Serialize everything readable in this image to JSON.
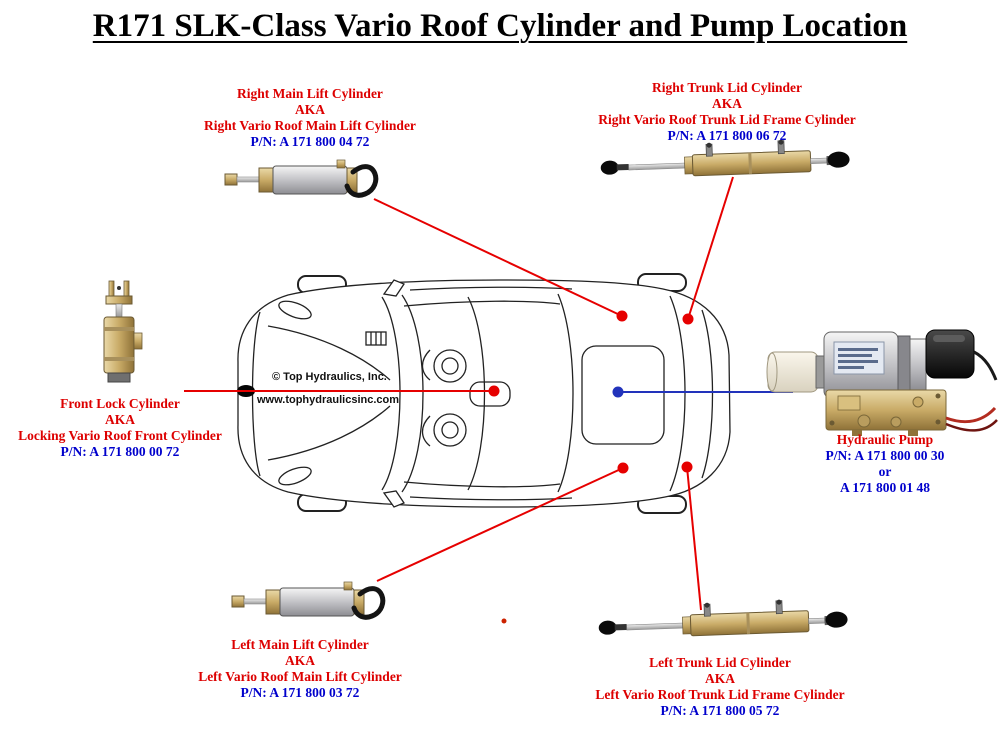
{
  "title": "R171 SLK-Class Vario Roof Cylinder and Pump Location",
  "watermark": {
    "company": "© Top Hydraulics, Inc.",
    "website": "www.tophydraulicsinc.com"
  },
  "labels": {
    "right_main": {
      "name": "Right Main Lift Cylinder",
      "aka": "AKA",
      "alt_name": "Right Vario Roof Main Lift Cylinder",
      "part_number": "P/N: A 171 800 04 72"
    },
    "right_trunk": {
      "name": "Right Trunk Lid Cylinder",
      "aka": "AKA",
      "alt_name": "Right Vario Roof Trunk Lid Frame Cylinder",
      "part_number": "P/N: A 171 800 06 72"
    },
    "front_lock": {
      "name": "Front Lock Cylinder",
      "aka": "AKA",
      "alt_name": "Locking Vario Roof Front Cylinder",
      "part_number": "P/N: A 171 800 00 72"
    },
    "hydraulic_pump": {
      "name": "Hydraulic Pump",
      "part_number_1": "P/N: A 171 800 00 30",
      "or": "or",
      "part_number_2": "A 171 800 01 48"
    },
    "left_main": {
      "name": "Left Main Lift Cylinder",
      "aka": "AKA",
      "alt_name": "Left Vario Roof Main Lift Cylinder",
      "part_number": "P/N: A 171 800 03 72"
    },
    "left_trunk": {
      "name": "Left Trunk Lid Cylinder",
      "aka": "AKA",
      "alt_name": "Left Vario Roof Trunk Lid Frame Cylinder",
      "part_number": "P/N: A 171 800 05 72"
    }
  },
  "colors": {
    "label_text": "#dd0000",
    "part_number_text": "#0000cc",
    "leader_line_red": "#e60000",
    "leader_line_blue": "#2233bb"
  }
}
